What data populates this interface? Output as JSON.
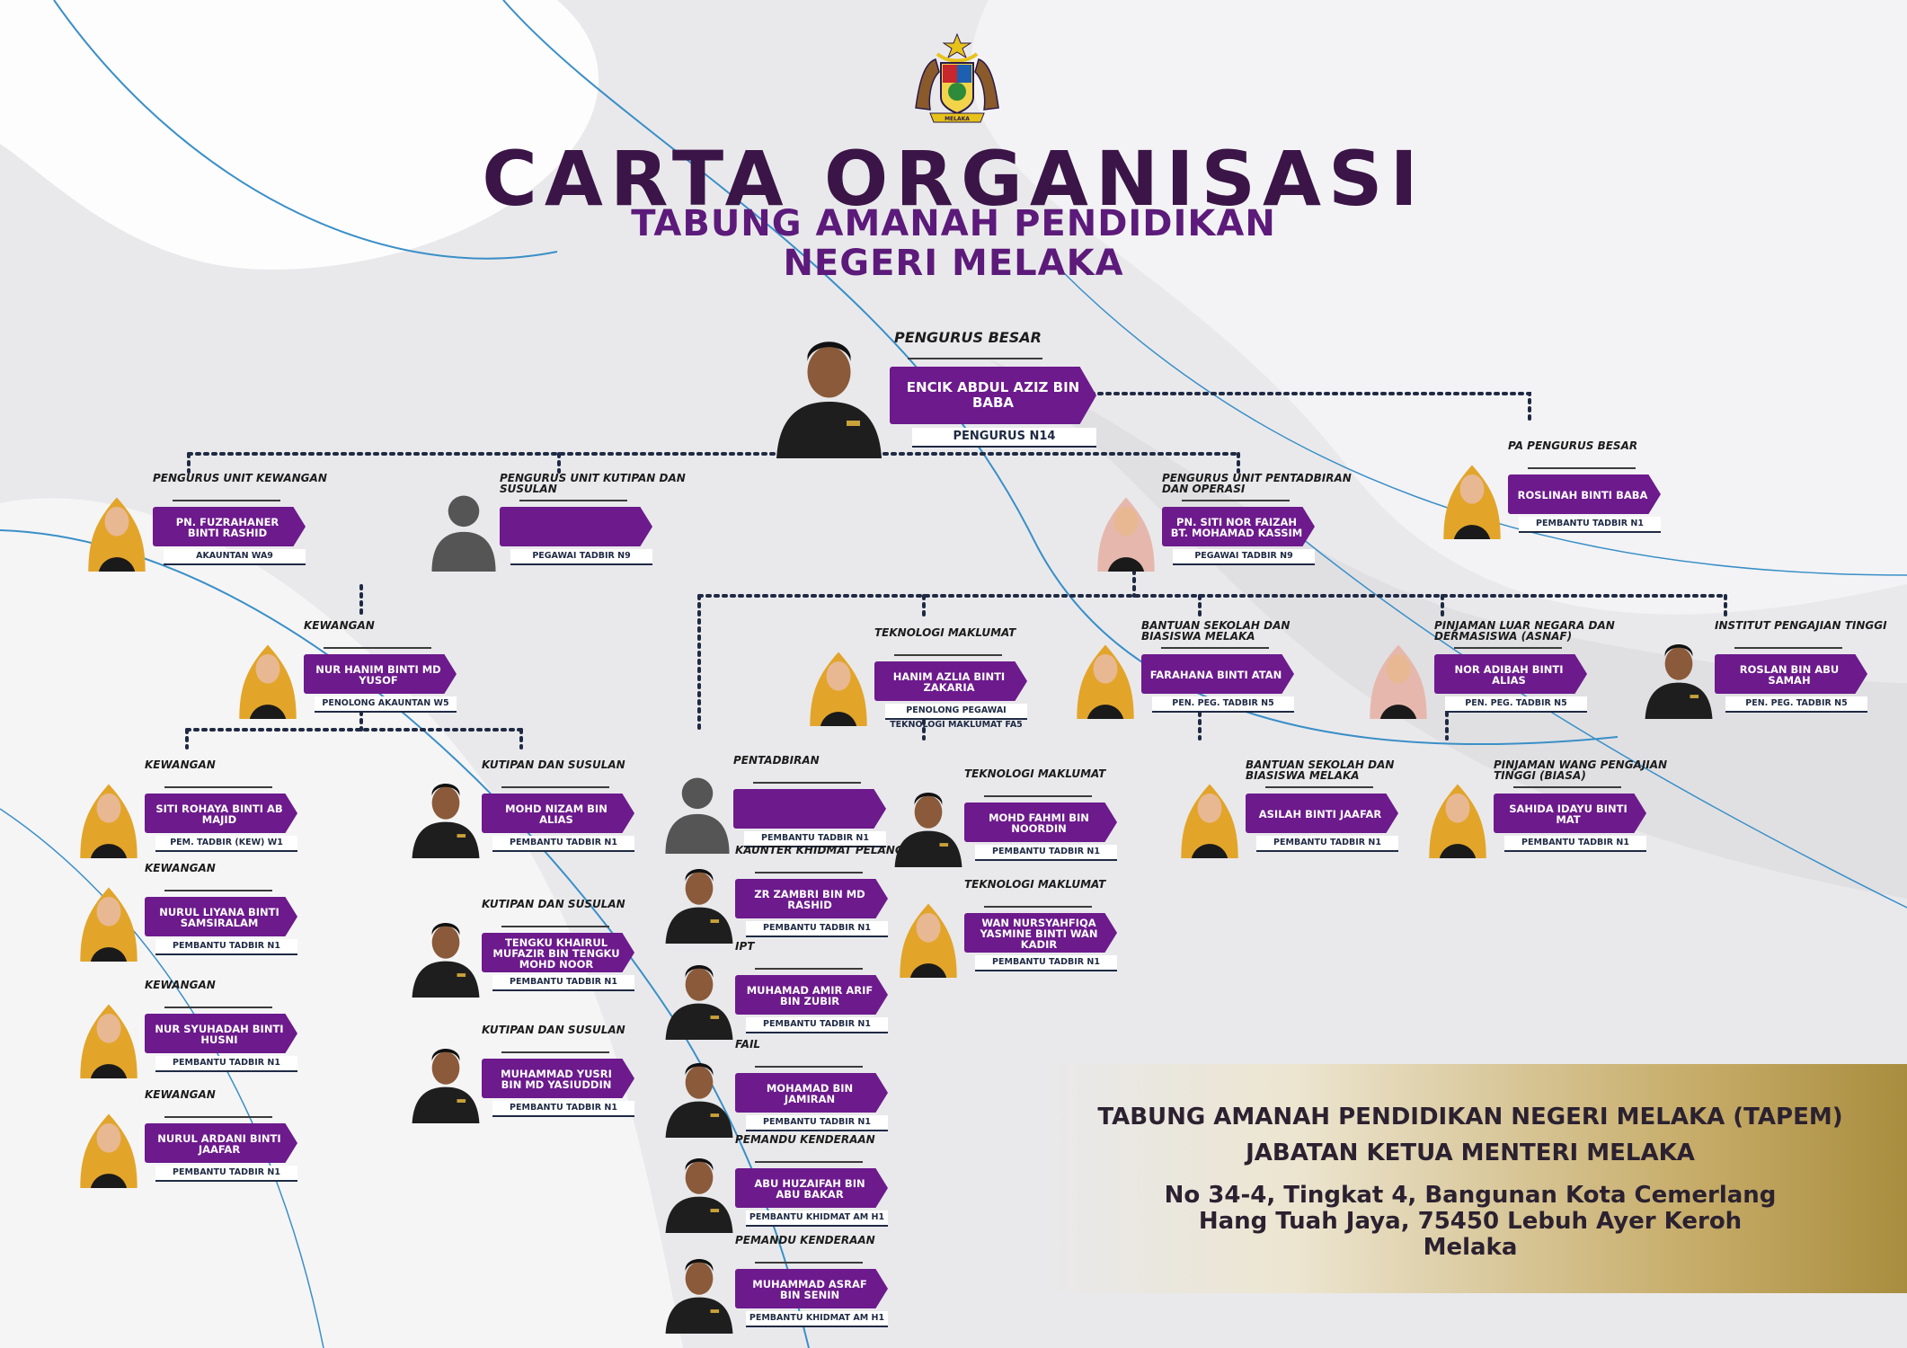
{
  "header": {
    "title": "CARTA ORGANISASI",
    "subtitle_line1": "TABUNG AMANAH PENDIDIKAN",
    "subtitle_line2": "NEGERI MELAKA",
    "crest_text": "MELAKA"
  },
  "nodes": {
    "director": {
      "role": "PENGURUS BESAR",
      "name": "ENCIK ABDUL AZIZ BIN BABA",
      "grade": "PENGURUS N14"
    },
    "pa": {
      "role": "PA PENGURUS BESAR",
      "name": "ROSLINAH BINTI BABA",
      "grade": "PEMBANTU TADBIR N1"
    },
    "mgr_finance": {
      "role": "PENGURUS UNIT KEWANGAN",
      "name": "PN. FUZRAHANER BINTI RASHID",
      "grade": "AKAUNTAN WA9"
    },
    "mgr_collection": {
      "role": "PENGURUS UNIT KUTIPAN DAN SUSULAN",
      "name": "",
      "grade": "PEGAWAI TADBIR N9"
    },
    "mgr_admin": {
      "role": "PENGURUS UNIT PENTADBIRAN DAN OPERASI",
      "name": "PN. SITI NOR FAIZAH BT. MOHAMAD KASSIM",
      "grade": "PEGAWAI TADBIR N9"
    },
    "fin_assist": {
      "role": "KEWANGAN",
      "name": "NUR HANIM BINTI MD YUSOF",
      "grade": "PENOLONG AKAUNTAN W5"
    },
    "fin1": {
      "role": "KEWANGAN",
      "name": "SITI ROHAYA BINTI AB MAJID",
      "grade": "PEM. TADBIR (KEW) W1"
    },
    "fin2": {
      "role": "KEWANGAN",
      "name": "NURUL LIYANA BINTI SAMSIRALAM",
      "grade": "PEMBANTU TADBIR N1"
    },
    "fin3": {
      "role": "KEWANGAN",
      "name": "NUR SYUHADAH BINTI HUSNI",
      "grade": "PEMBANTU TADBIR N1"
    },
    "fin4": {
      "role": "KEWANGAN",
      "name": "NURUL ARDANI BINTI JAAFAR",
      "grade": "PEMBANTU TADBIR N1"
    },
    "col1": {
      "role": "KUTIPAN DAN SUSULAN",
      "name": "MOHD NIZAM BIN ALIAS",
      "grade": "PEMBANTU TADBIR N1"
    },
    "col2": {
      "role": "KUTIPAN DAN SUSULAN",
      "name": "TENGKU KHAIRUL MUFAZIR BIN TENGKU MOHD NOOR",
      "grade": "PEMBANTU TADBIR N1"
    },
    "col3": {
      "role": "KUTIPAN DAN SUSULAN",
      "name": "MUHAMMAD YUSRI BIN MD YASIUDDIN",
      "grade": "PEMBANTU TADBIR N1"
    },
    "adm0": {
      "role": "PENTADBIRAN",
      "name": "",
      "grade": "PEMBANTU TADBIR N1"
    },
    "adm1": {
      "role": "KAUNTER KHIDMAT PELANGGAN",
      "name": "ZR ZAMBRI BIN MD RASHID",
      "grade": "PEMBANTU TADBIR N1"
    },
    "adm2": {
      "role": "IPT",
      "name": "MUHAMAD AMIR ARIF BIN ZUBIR",
      "grade": "PEMBANTU TADBIR N1"
    },
    "adm3": {
      "role": "FAIL",
      "name": "MOHAMAD BIN JAMIRAN",
      "grade": "PEMBANTU TADBIR N1"
    },
    "adm4": {
      "role": "PEMANDU KENDERAAN",
      "name": "ABU HUZAIFAH BIN ABU BAKAR",
      "grade": "PEMBANTU KHIDMAT AM H1"
    },
    "adm5": {
      "role": "PEMANDU KENDERAAN",
      "name": "MUHAMMAD ASRAF BIN SENIN",
      "grade": "PEMBANTU KHIDMAT AM H1"
    },
    "it_lead": {
      "role": "TEKNOLOGI MAKLUMAT",
      "name": "HANIM AZLIA BINTI ZAKARIA",
      "grade": "PENOLONG PEGAWAI TEKNOLOGI MAKLUMAT FA5"
    },
    "it1": {
      "role": "TEKNOLOGI MAKLUMAT",
      "name": "MOHD FAHMI BIN NOORDIN",
      "grade": "PEMBANTU TADBIR N1"
    },
    "it2": {
      "role": "TEKNOLOGI MAKLUMAT",
      "name": "WAN NURSYAHFIQA YASMINE BINTI WAN KADIR",
      "grade": "PEMBANTU TADBIR N1"
    },
    "bsm_lead": {
      "role": "BANTUAN SEKOLAH DAN BIASISWA MELAKA",
      "name": "FARAHANA BINTI ATAN",
      "grade": "PEN. PEG. TADBIR N5"
    },
    "bsm1": {
      "role": "BANTUAN SEKOLAH DAN BIASISWA MELAKA",
      "name": "ASILAH BINTI JAAFAR",
      "grade": "PEMBANTU TADBIR N1"
    },
    "pln_lead": {
      "role": "PINJAMAN LUAR NEGARA DAN DERMASISWA (ASNAF)",
      "name": "NOR ADIBAH BINTI ALIAS",
      "grade": "PEN. PEG. TADBIR N5"
    },
    "pln1": {
      "role": "PINJAMAN WANG PENGAJIAN TINGGI (BIASA)",
      "name": "SAHIDA IDAYU BINTI MAT",
      "grade": "PEMBANTU TADBIR N1"
    },
    "ipt_lead": {
      "role": "INSTITUT PENGAJIAN TINGGI",
      "name": "ROSLAN BIN ABU SAMAH",
      "grade": "PEN. PEG. TADBIR N5"
    }
  },
  "footer": {
    "line1": "TABUNG AMANAH PENDIDIKAN NEGERI MELAKA (TAPEM)",
    "line2": "JABATAN KETUA MENTERI MELAKA",
    "address1": "No 34-4, Tingkat 4, Bangunan Kota Cemerlang",
    "address2": "Hang Tuah Jaya, 75450 Lebuh Ayer Keroh",
    "address3": "Melaka"
  },
  "colors": {
    "accent": "#6c1a8c",
    "title": "#3b1547",
    "link": "#1f2a44",
    "hijab": "#e2a52a"
  }
}
